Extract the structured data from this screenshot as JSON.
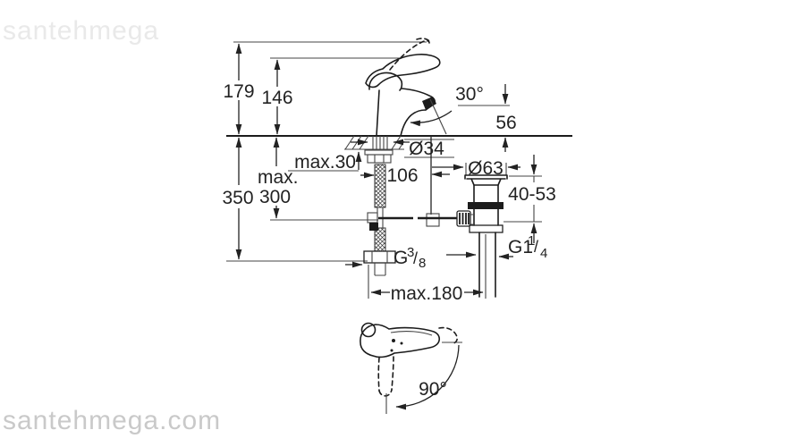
{
  "watermarks": {
    "top": "santehmega",
    "bottom": "santehmega.com"
  },
  "dimensions": {
    "height_total": "179",
    "height_to_aerator": "146",
    "spout_angle": "30°",
    "aerator_to_deck": "56",
    "hole_diameter": "Ø34",
    "deck_thickness_max": "max.30",
    "pull_rod_line1": "max.",
    "pull_rod_line2": "300",
    "total_depth": "350",
    "center_offset": "106",
    "waste_flange_diameter": "Ø63",
    "waste_deck_range": "40-53",
    "max_spread": "max.180",
    "handle_swing": "90°",
    "supply_thread": {
      "prefix": "G",
      "numerator": "3",
      "slash": "/",
      "denominator": "8"
    },
    "waste_thread": {
      "prefix": "G1",
      "numerator": "1",
      "slash": "/",
      "denominator": "4"
    }
  },
  "style": {
    "line_color": "#222222",
    "watermark_bottom_color": "#c9c9c9",
    "watermark_top_color": "#e9e9e9"
  }
}
